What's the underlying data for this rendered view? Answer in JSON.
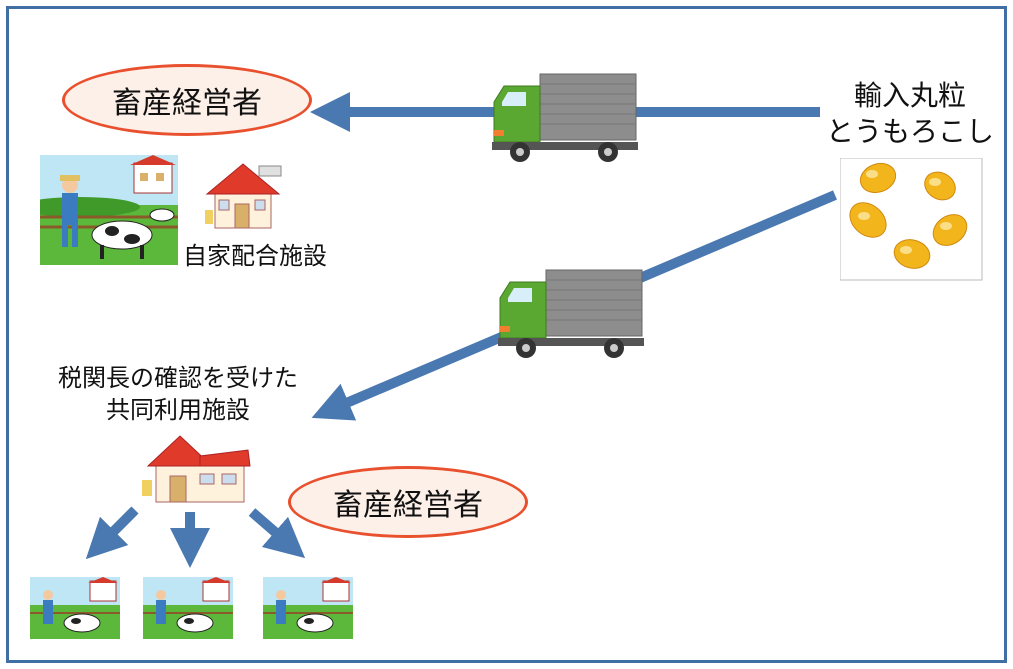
{
  "diagram": {
    "farm_operator_top": "畜産経営者",
    "farm_operator_bottom": "畜産経営者",
    "imported_corn_line1": "輸入丸粒",
    "imported_corn_line2": "とうもろこし",
    "own_mixing_facility": "自家配合施設",
    "shared_facility_line1": "税関長の確認を受けた",
    "shared_facility_line2": "共同利用施設"
  },
  "colors": {
    "frame": "#3f6fa3",
    "arrow": "#4a78b0",
    "oval_border": "#e8502e",
    "truck_cab": "#5aa832",
    "truck_box": "#8d8d8d",
    "house_roof": "#e03a2a"
  },
  "icons": [
    "truck-icon",
    "farm-scene-icon",
    "house-icon",
    "corn-kernels-icon"
  ]
}
